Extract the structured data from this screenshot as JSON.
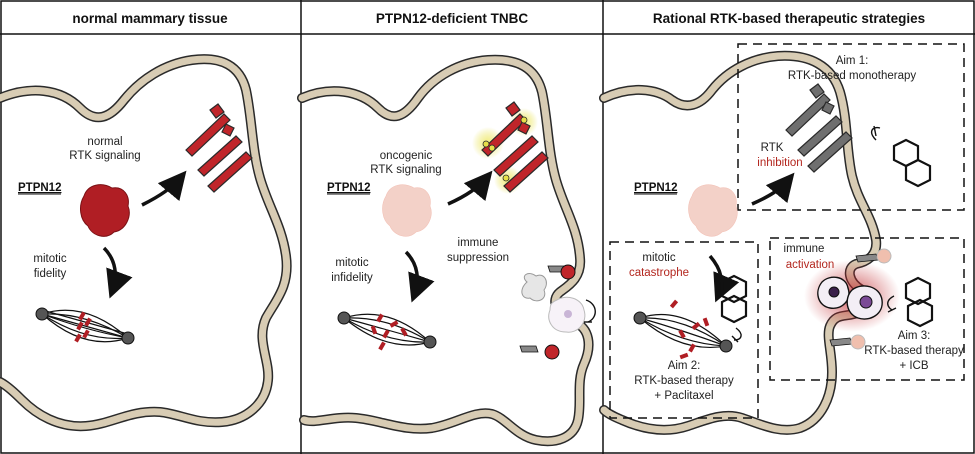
{
  "panels": [
    {
      "title": "normal mammary tissue"
    },
    {
      "title": "PTPN12-deficient TNBC"
    },
    {
      "title": "Rational RTK-based therapeutic strategies"
    }
  ],
  "panel1": {
    "gene": "PTPN12",
    "rtk_label_1": "normal",
    "rtk_label_2": "RTK signaling",
    "mitotic_1": "mitotic",
    "mitotic_2": "fidelity"
  },
  "panel2": {
    "gene": "PTPN12",
    "rtk_label_1": "oncogenic",
    "rtk_label_2": "RTK signaling",
    "immune_1": "immune",
    "immune_2": "suppression",
    "mitotic_1": "mitotic",
    "mitotic_2": "infidelity"
  },
  "panel3": {
    "gene": "PTPN12",
    "aim1_1": "Aim 1:",
    "aim1_2": "RTK-based monotherapy",
    "rtk_1": "RTK",
    "rtk_2": "inhibition",
    "mitotic_1": "mitotic",
    "mitotic_2": "catastrophe",
    "aim2_1": "Aim 2:",
    "aim2_2": "RTK-based therapy",
    "aim2_3": "+ Paclitaxel",
    "immune_1": "immune",
    "immune_2": "activation",
    "aim3_1": "Aim 3:",
    "aim3_2": "RTK-based therapy",
    "aim3_3": "+ ICB"
  },
  "colors": {
    "membrane": "#d8ccb4",
    "membrane_stroke": "#2a2a2a",
    "ptpn12": "#b01e24",
    "ptpn12_faint": "#f2c9bf",
    "receptor_red": "#c0252a",
    "receptor_gray": "#6f6f6f",
    "yellow_glow": "#e6df4a",
    "activation_glow": "#c0252a",
    "text_red": "#b3261e"
  }
}
